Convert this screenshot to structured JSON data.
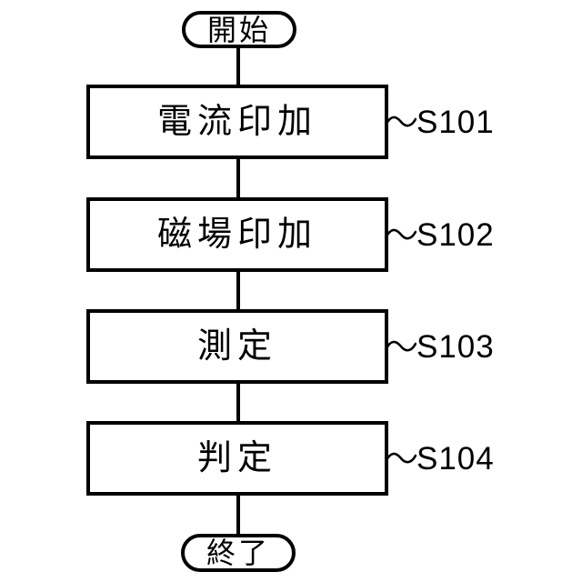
{
  "figure": {
    "type": "flowchart",
    "background_color": "#ffffff",
    "stroke_color": "#000000",
    "start_terminal": {
      "label": "開始"
    },
    "end_terminal": {
      "label": "終了"
    },
    "steps": [
      {
        "label": "電流印加",
        "ref": "S101"
      },
      {
        "label": "磁場印加",
        "ref": "S102"
      },
      {
        "label": "測定",
        "ref": "S103"
      },
      {
        "label": "判定",
        "ref": "S104"
      }
    ]
  }
}
